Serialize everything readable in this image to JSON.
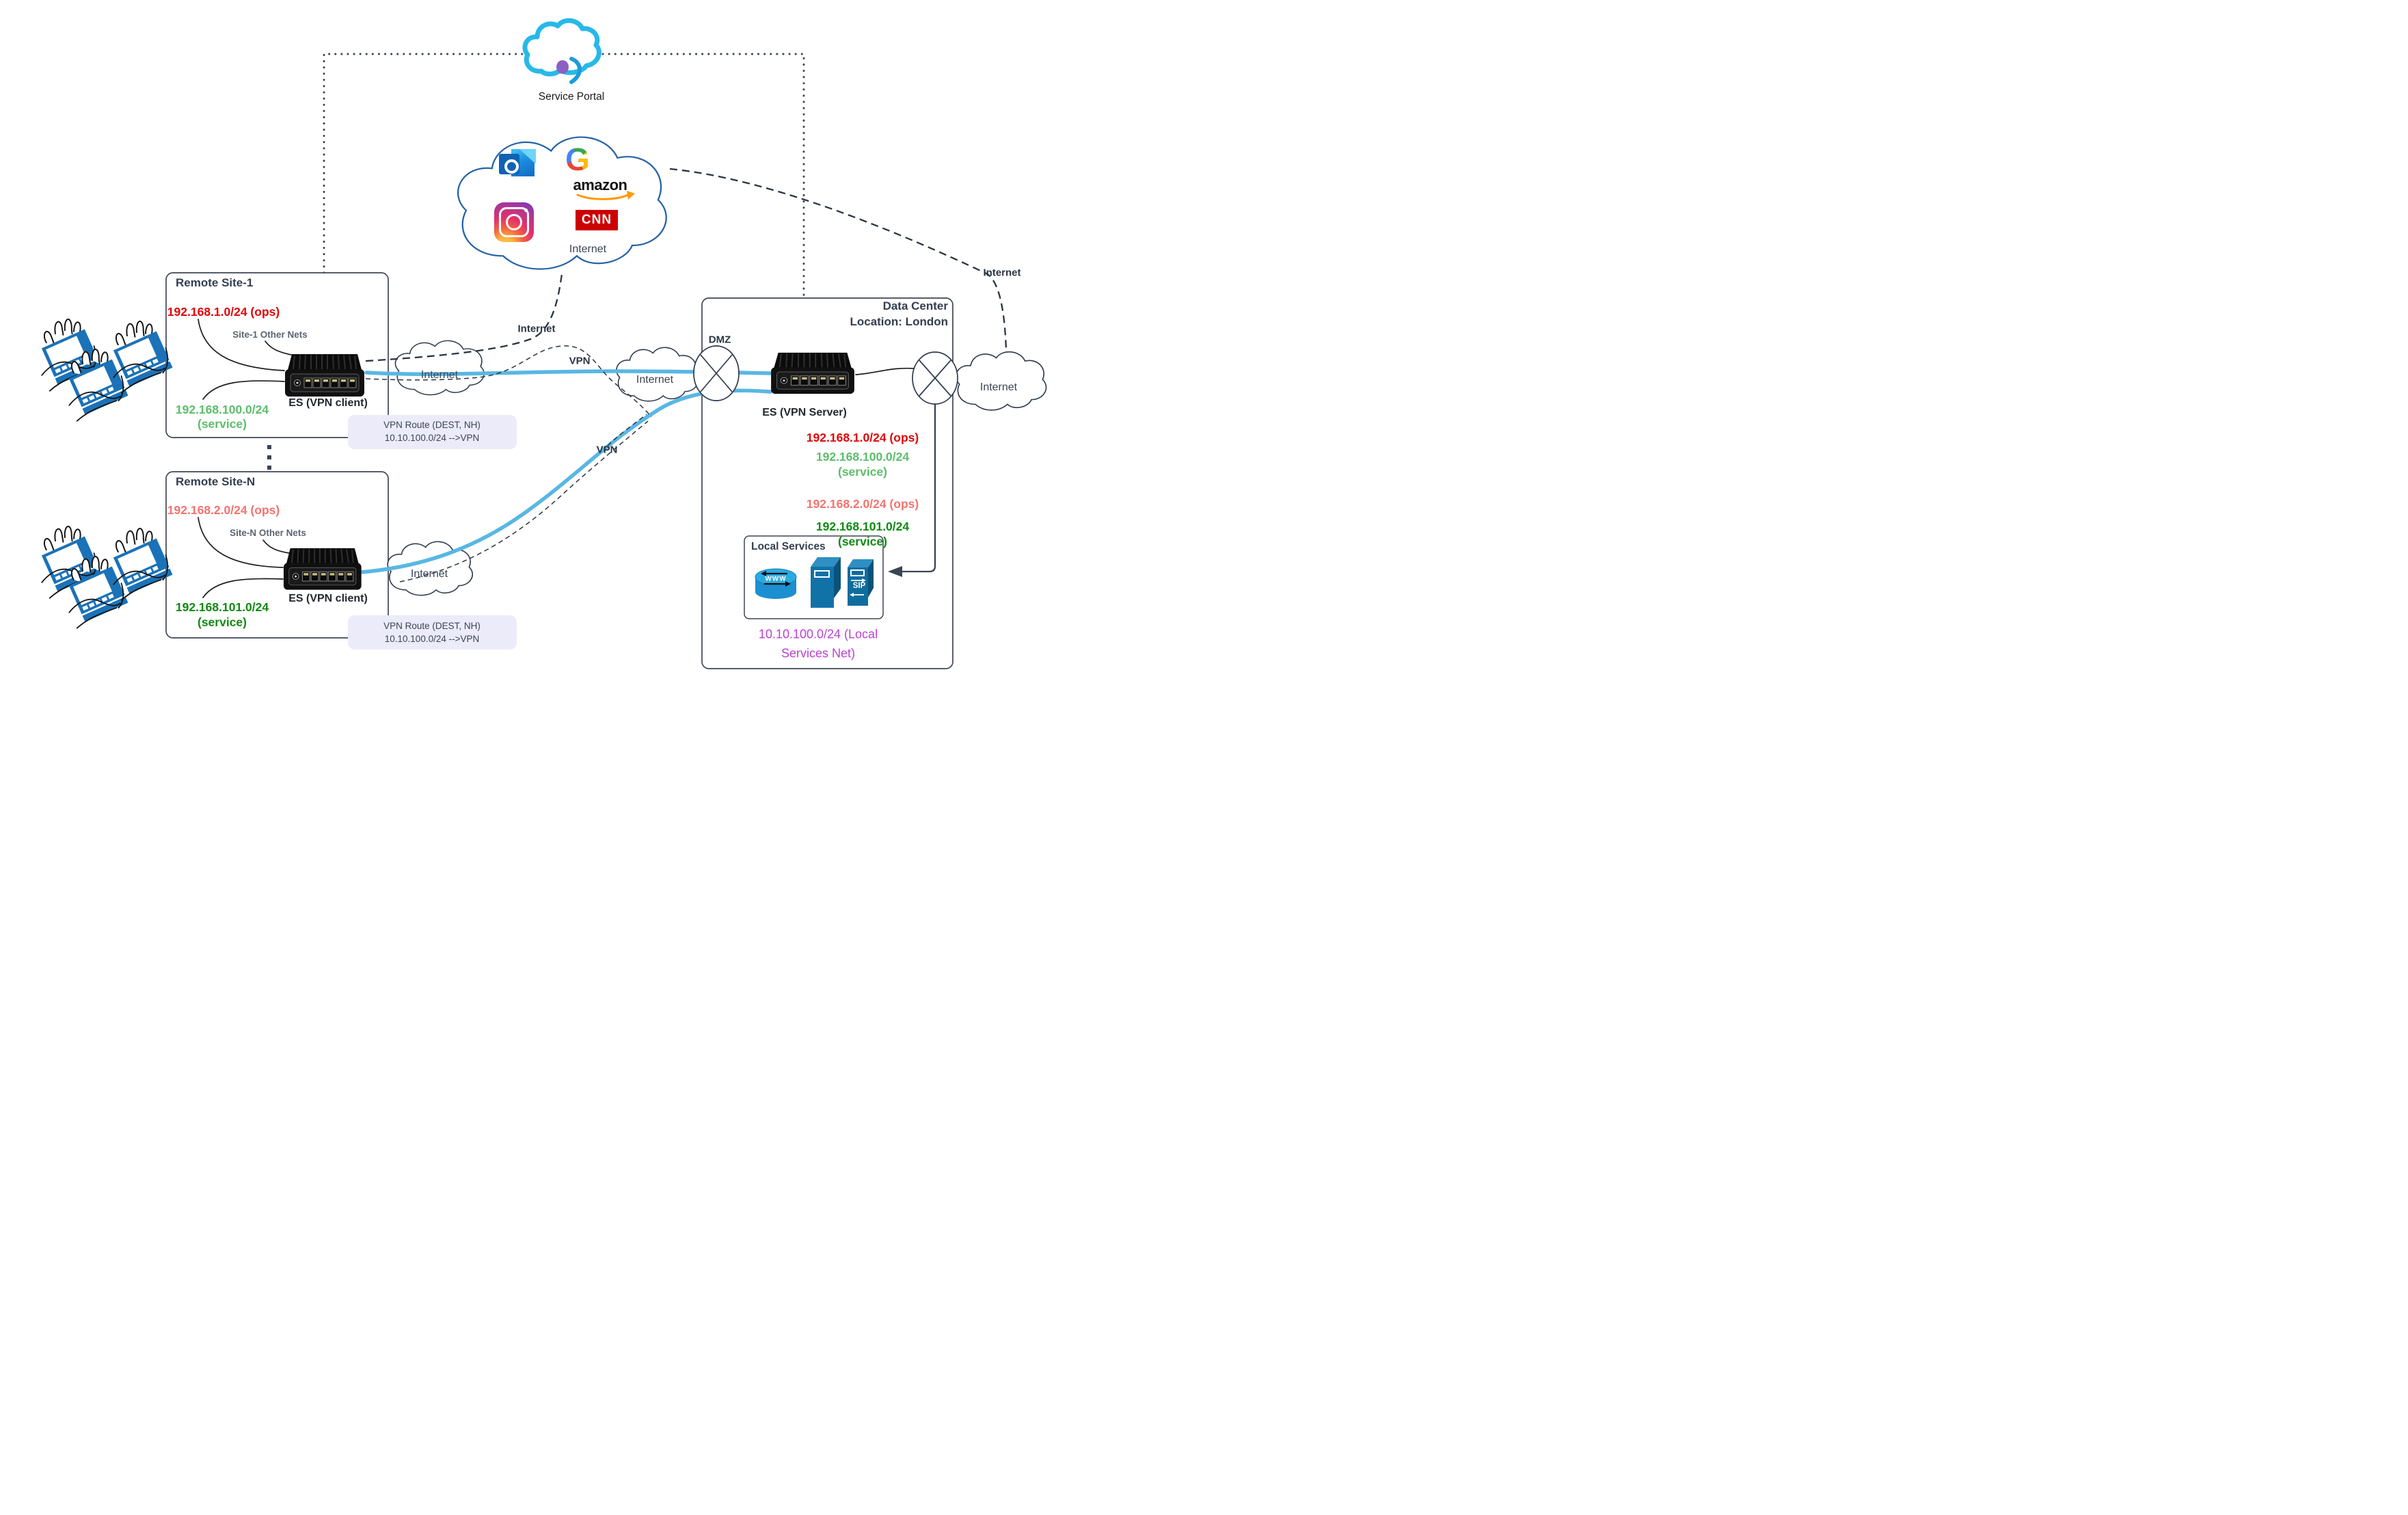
{
  "diagram": {
    "service_portal": {
      "label": "Service Portal"
    },
    "internet_clouds": {
      "logos_label": "Internet",
      "site1_label": "Internet",
      "middle_label": "Internet",
      "siteN_label": "Internet",
      "right_label": "Internet",
      "top_right_label": "Internet",
      "mid_path_label": "Internet"
    },
    "vpn": {
      "label1": "VPN",
      "label2": "VPN"
    },
    "logos": {
      "amazon": "amazon",
      "cnn": "CNN",
      "google_letter": "G"
    },
    "remote_site_1": {
      "title": "Remote Site-1",
      "ops_net": "192.168.1.0/24 (ops)",
      "other_nets": "Site-1 Other Nets",
      "device_label": "ES (VPN client)",
      "service_net_line1": "192.168.100.0/24",
      "service_net_line2": "(service)"
    },
    "remote_site_n": {
      "title": "Remote Site-N",
      "ops_net": "192.168.2.0/24 (ops)",
      "other_nets": "Site-N Other Nets",
      "device_label": "ES (VPN client)",
      "service_net_line1": "192.168.101.0/24",
      "service_net_line2": "(service)"
    },
    "vpn_route_box": {
      "line1": "VPN Route (DEST, NH)",
      "line2": "10.10.100.0/24 -->VPN"
    },
    "data_center": {
      "title_line1": "Data Center",
      "title_line2": "Location: London",
      "dmz_label": "DMZ",
      "server_label": "ES (VPN Server)",
      "net_ops1": "192.168.1.0/24 (ops)",
      "net_service1_line1": "192.168.100.0/24",
      "net_service1_line2": "(service)",
      "net_ops2": "192.168.2.0/24 (ops)",
      "net_service2_line1": "192.168.101.0/24",
      "net_service2_line2": "(service)",
      "local_services": {
        "title": "Local Services",
        "www_label": "WWW",
        "sip_label": "SIP",
        "net_line1": "10.10.100.0/24 (Local",
        "net_line2": "Services Net)"
      }
    },
    "colors": {
      "accent_blue": "#59B7E3",
      "ops_red": "#E10505",
      "ops_salmon": "#F4736E",
      "service_light_green": "#5CBE6A",
      "service_dark_green": "#0E8A11",
      "local_net_magenta": "#BC3FD4",
      "route_box_bg": "#EBEBF9",
      "outline_dark": "#333F4F",
      "cloud_blue_outline": "#2563A8",
      "portal_cyan": "#27B9E8"
    }
  }
}
